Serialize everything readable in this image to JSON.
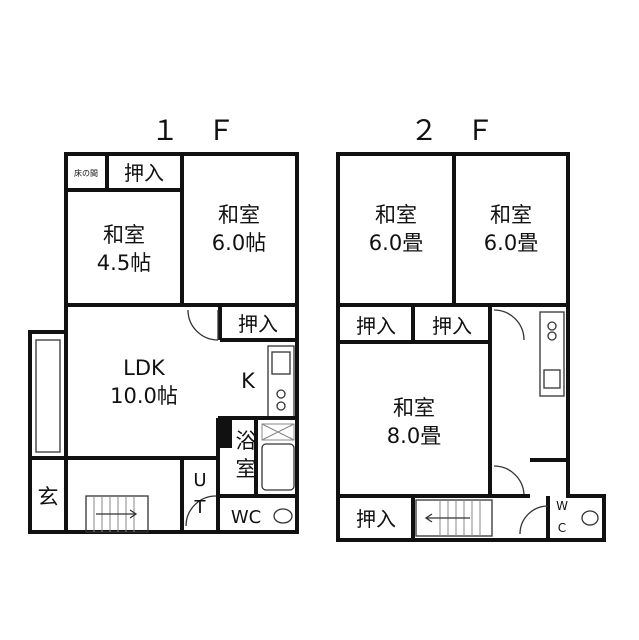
{
  "floors": {
    "first": {
      "title": "１　Ｆ",
      "rooms": {
        "tokonoma": "床の間",
        "oshiire_top": "押入",
        "washitsu_small": {
          "name": "和室",
          "size": "4.5帖"
        },
        "washitsu_large": {
          "name": "和室",
          "size": "6.0帖"
        },
        "oshiire_mid": "押入",
        "ldk": {
          "name": "LDK",
          "size": "10.0帖"
        },
        "kitchen": "K",
        "bath_1": "浴",
        "bath_2": "室",
        "entrance": "玄",
        "utility_1": "U",
        "utility_2": "T",
        "wc": "WC"
      }
    },
    "second": {
      "title": "２　Ｆ",
      "rooms": {
        "washitsu_left": {
          "name": "和室",
          "size": "6.0畳"
        },
        "washitsu_right": {
          "name": "和室",
          "size": "6.0畳"
        },
        "oshiire_a": "押入",
        "oshiire_b": "押入",
        "washitsu_main": {
          "name": "和室",
          "size": "8.0畳"
        },
        "oshiire_bottom": "押入",
        "wc_1": "W",
        "wc_2": "C"
      }
    }
  }
}
